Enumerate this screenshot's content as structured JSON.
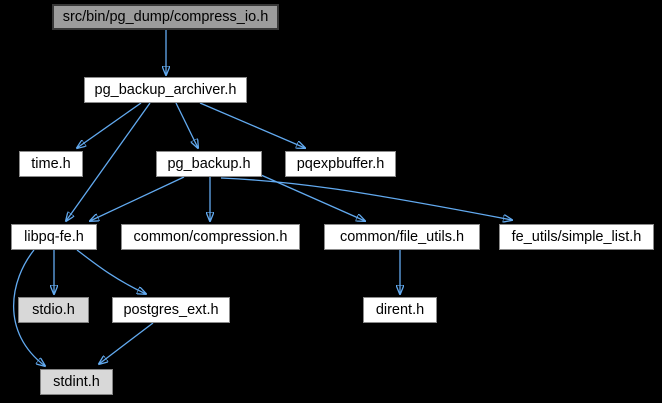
{
  "diagram": {
    "kind": "include-dependency-graph",
    "root_file": "src/bin/pg_dump/compress_io.h"
  },
  "colors": {
    "background": "#000000",
    "edge": "#62aaf0",
    "node_fill": "#ffffff",
    "node_border": "#8b8b8b",
    "current_node_fill": "#9c9c9c",
    "current_node_border": "#383838",
    "system_node_fill": "#d8d8d8",
    "system_node_border": "#848484",
    "text": "#000000"
  },
  "nodes": [
    {
      "id": "compress_io",
      "label": "src/bin/pg_dump/compress_io.h",
      "type": "current"
    },
    {
      "id": "pg_backup_archiver",
      "label": "pg_backup_archiver.h",
      "type": "linked"
    },
    {
      "id": "time_h",
      "label": "time.h",
      "type": "linked"
    },
    {
      "id": "pg_backup",
      "label": "pg_backup.h",
      "type": "linked"
    },
    {
      "id": "pqexpbuffer",
      "label": "pqexpbuffer.h",
      "type": "linked"
    },
    {
      "id": "libpq_fe",
      "label": "libpq-fe.h",
      "type": "linked"
    },
    {
      "id": "compression",
      "label": "common/compression.h",
      "type": "linked"
    },
    {
      "id": "file_utils",
      "label": "common/file_utils.h",
      "type": "linked"
    },
    {
      "id": "simple_list",
      "label": "fe_utils/simple_list.h",
      "type": "linked"
    },
    {
      "id": "stdio_h",
      "label": "stdio.h",
      "type": "system"
    },
    {
      "id": "postgres_ext",
      "label": "postgres_ext.h",
      "type": "linked"
    },
    {
      "id": "dirent_h",
      "label": "dirent.h",
      "type": "linked"
    },
    {
      "id": "stdint_h",
      "label": "stdint.h",
      "type": "system"
    }
  ],
  "edges": [
    {
      "from": "compress_io",
      "to": "pg_backup_archiver"
    },
    {
      "from": "pg_backup_archiver",
      "to": "time_h"
    },
    {
      "from": "pg_backup_archiver",
      "to": "libpq_fe"
    },
    {
      "from": "pg_backup_archiver",
      "to": "pg_backup"
    },
    {
      "from": "pg_backup_archiver",
      "to": "pqexpbuffer"
    },
    {
      "from": "pg_backup",
      "to": "libpq_fe"
    },
    {
      "from": "pg_backup",
      "to": "compression"
    },
    {
      "from": "pg_backup",
      "to": "file_utils"
    },
    {
      "from": "pg_backup",
      "to": "simple_list"
    },
    {
      "from": "libpq_fe",
      "to": "stdio_h"
    },
    {
      "from": "libpq_fe",
      "to": "postgres_ext"
    },
    {
      "from": "libpq_fe",
      "to": "stdint_h"
    },
    {
      "from": "postgres_ext",
      "to": "stdint_h"
    },
    {
      "from": "file_utils",
      "to": "dirent_h"
    }
  ]
}
